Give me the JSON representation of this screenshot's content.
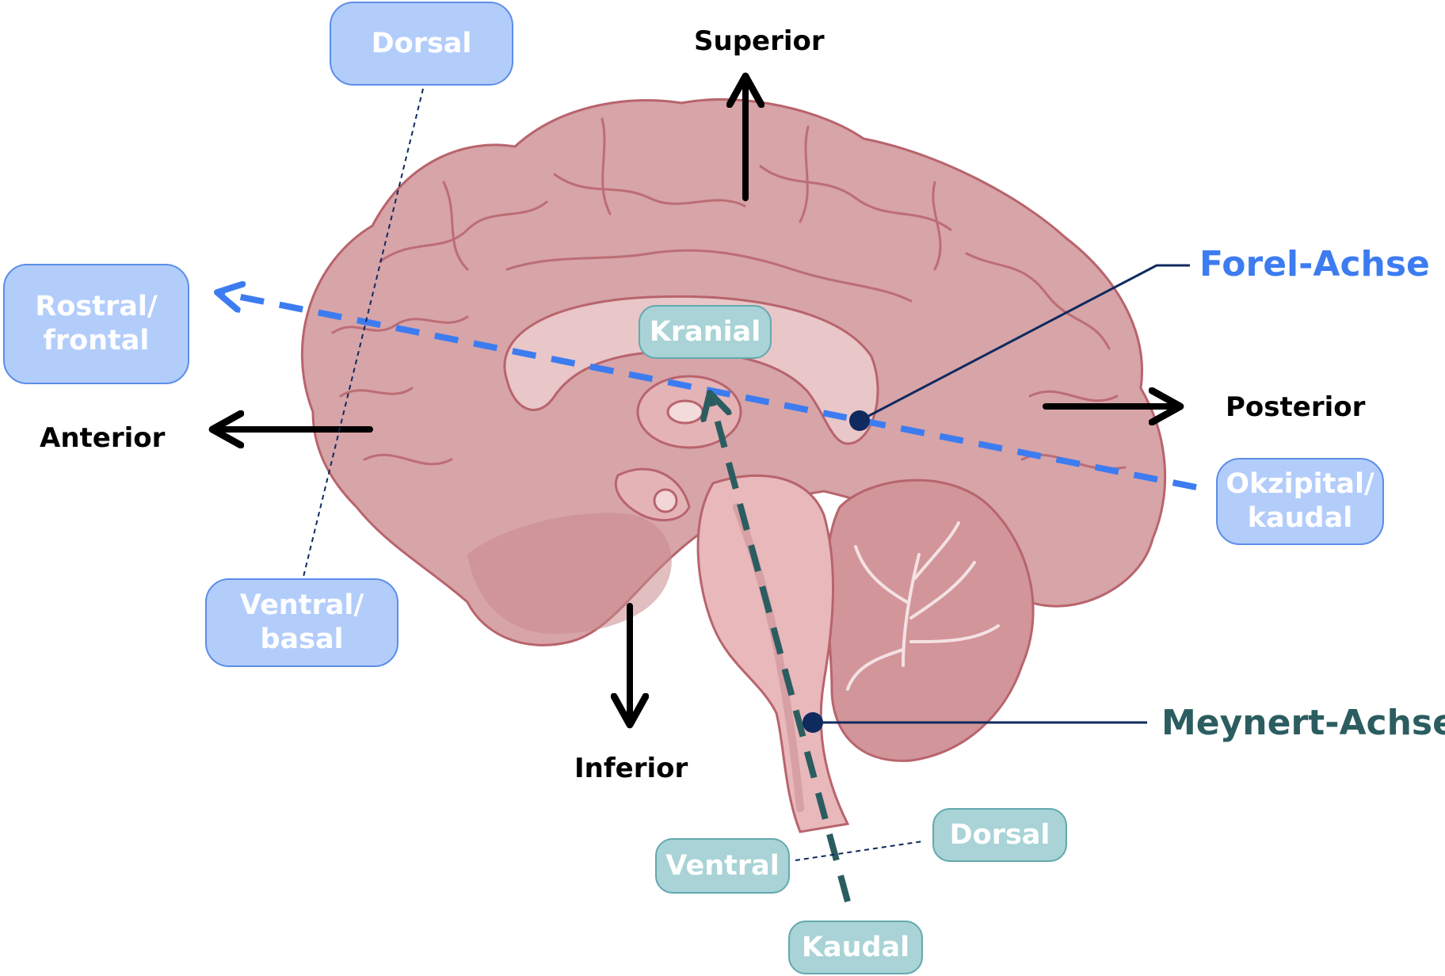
{
  "directions": {
    "superior": "Superior",
    "inferior": "Inferior",
    "anterior": "Anterior",
    "posterior": "Posterior"
  },
  "forel_axis": {
    "name": "Forel-Achse",
    "color": "#3d7cf0",
    "labels": {
      "rostral_line1": "Rostral/",
      "rostral_line2": "frontal",
      "occipital_line1": "Okzipital/",
      "occipital_line2": "kaudal",
      "dorsal": "Dorsal",
      "ventral_line1": "Ventral/",
      "ventral_line2": "basal"
    }
  },
  "meynert_axis": {
    "name": "Meynert-Achse",
    "color": "#2b5d60",
    "labels": {
      "cranial": "Kranial",
      "caudal": "Kaudal",
      "dorsal": "Dorsal",
      "ventral": "Ventral"
    }
  },
  "colors": {
    "brain_fill": "#d7a4a8",
    "brain_outline": "#b8646c",
    "pointer_line": "#0f2a5e",
    "arrow": "#000000"
  },
  "icons": {
    "brain": "brain-illustration"
  }
}
